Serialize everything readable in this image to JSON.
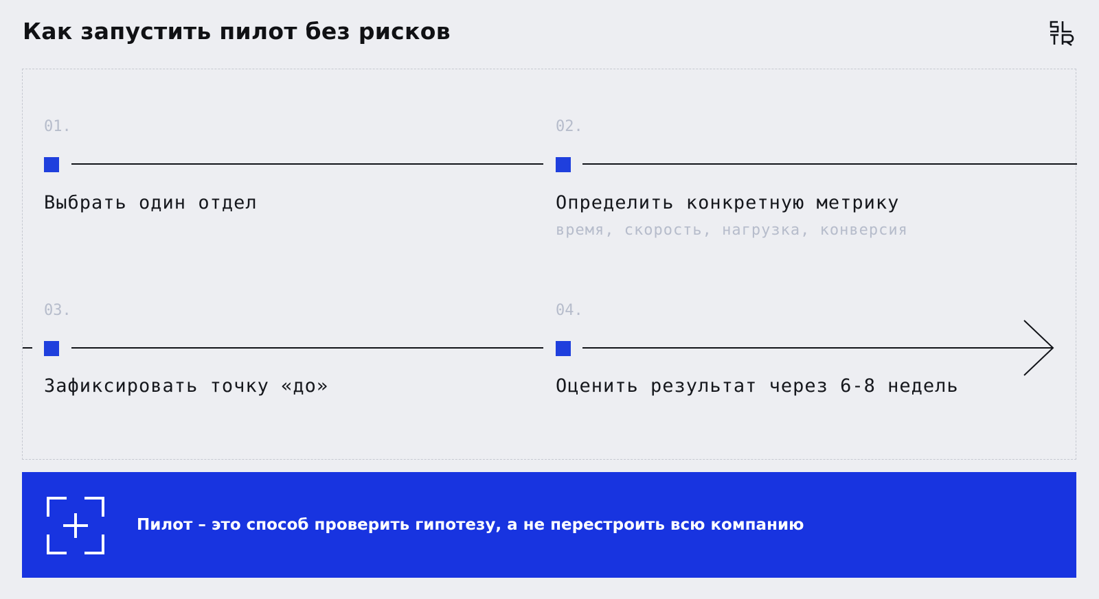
{
  "header": {
    "title": "Как запустить пилот без рисков",
    "logo_icon": "slr-logo-icon",
    "logo_text": "SLTR"
  },
  "steps": [
    {
      "number": "01.",
      "label": "Выбрать один отдел",
      "note": ""
    },
    {
      "number": "02.",
      "label": "Определить конкретную метрику",
      "note": "время, скорость, нагрузка, конверсия"
    },
    {
      "number": "03.",
      "label": "Зафиксировать точку «до»",
      "note": ""
    },
    {
      "number": "04.",
      "label": "Оценить результат через 6-8 недель",
      "note": ""
    }
  ],
  "banner": {
    "icon": "focus-plus-icon",
    "text": "Пилот – это способ проверить гипотезу, а не перестроить всю компанию"
  },
  "colors": {
    "accent": "#1834e0",
    "marker": "#1f3fdd",
    "background": "#edeef2",
    "text": "#15171c",
    "muted": "#b6bccb"
  }
}
